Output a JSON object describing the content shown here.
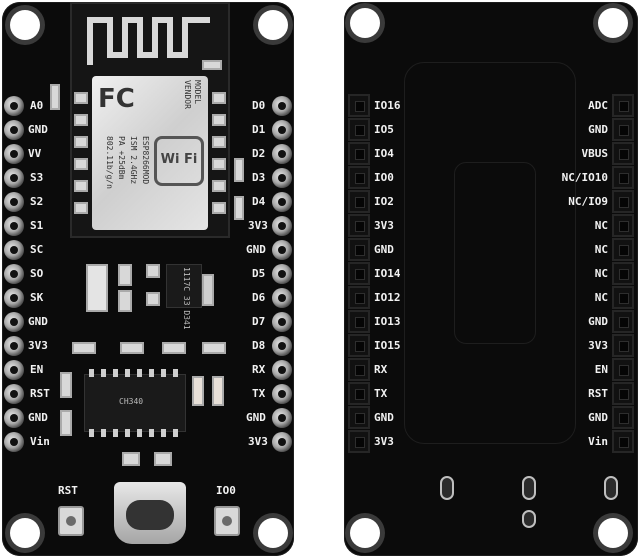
{
  "front": {
    "left_labels": [
      "A0",
      "GND",
      "VV",
      "S3",
      "S2",
      "S1",
      "SC",
      "SO",
      "SK",
      "GND",
      "3V3",
      "EN",
      "RST",
      "GND",
      "Vin"
    ],
    "right_labels": [
      "D0",
      "D1",
      "D2",
      "D3",
      "D4",
      "3V3",
      "GND",
      "D5",
      "D6",
      "D7",
      "D8",
      "RX",
      "TX",
      "GND",
      "3V3"
    ],
    "module_text": [
      "MODEL",
      "VENDOR",
      "ESP8266MOD",
      "ISM 2.4GHz",
      "PA +25dBm",
      "802.11b/g/n"
    ],
    "wifi_logo": "Wi Fi",
    "fc_mark": "FC",
    "chip_text": "CH340",
    "regulator_text": "1117C 33 D341",
    "rst_label": "RST",
    "io0_label": "IO0"
  },
  "back": {
    "left_labels": [
      "IO16",
      "IO5",
      "IO4",
      "IO0",
      "IO2",
      "3V3",
      "GND",
      "IO14",
      "IO12",
      "IO13",
      "IO15",
      "RX",
      "TX",
      "GND",
      "3V3"
    ],
    "right_labels": [
      "ADC",
      "GND",
      "VBUS",
      "NC/IO10",
      "NC/IO9",
      "NC",
      "NC",
      "NC",
      "NC",
      "GND",
      "3V3",
      "EN",
      "RST",
      "GND",
      "Vin"
    ]
  },
  "colors": {
    "pcb": "#0b0b0b",
    "silkscreen": "#f2f2f2",
    "pin": "#b0b0b0"
  }
}
